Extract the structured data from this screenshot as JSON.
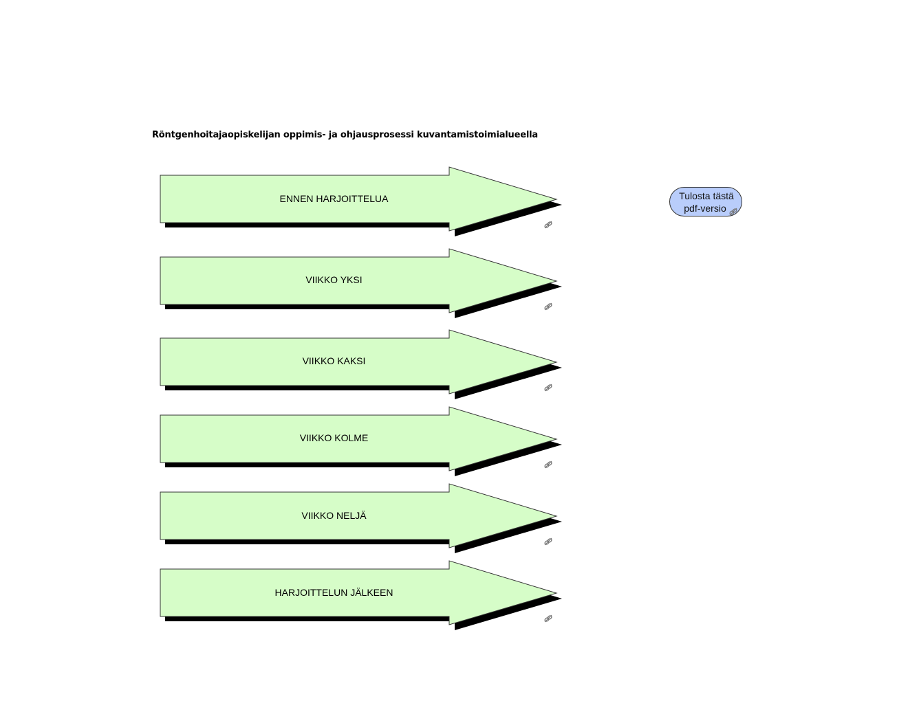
{
  "page_title": "Röntgenhoitajaopiskelijan oppimis- ja ohjausprosessi kuvantamistoimialueella",
  "colors": {
    "arrow_fill": "#d6fdc8",
    "arrow_stroke": "#333333",
    "arrow_shadow": "#000000",
    "button_fill": "#b9cdfb"
  },
  "process_steps": [
    {
      "label": "ENNEN HARJOITTELUA",
      "icon": "link-icon"
    },
    {
      "label": "VIIKKO YKSI",
      "icon": "link-icon"
    },
    {
      "label": "VIIKKO KAKSI",
      "icon": "link-icon"
    },
    {
      "label": "VIIKKO KOLME",
      "icon": "link-icon"
    },
    {
      "label": "VIIKKO NELJÄ",
      "icon": "link-icon"
    },
    {
      "label": "HARJOITTELUN JÄLKEEN",
      "icon": "link-icon"
    }
  ],
  "print_button": {
    "line1": "Tulosta tästä",
    "line2": "pdf-versio",
    "icon": "link-icon"
  }
}
